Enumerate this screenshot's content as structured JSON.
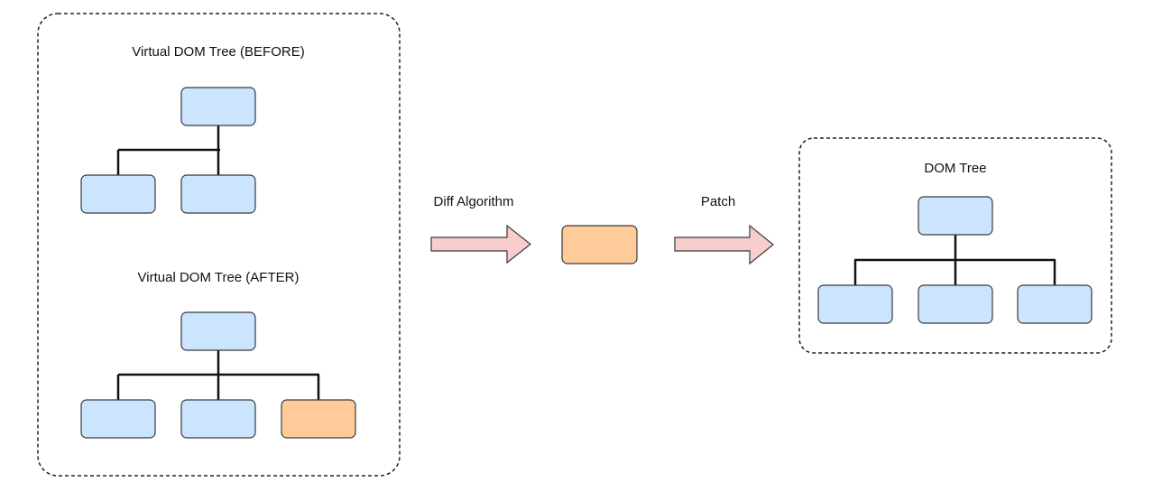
{
  "colors": {
    "node_blue": "#cce5ff",
    "node_orange": "#ffcc99",
    "node_stroke": "#36393d",
    "arrow_fill": "#f8cecc",
    "arrow_stroke": "#36393d",
    "connector": "#111111",
    "dashed_border": "#222222"
  },
  "virtual_dom_group": {
    "before": {
      "title": "Virtual DOM Tree (BEFORE)"
    },
    "after": {
      "title": "Virtual DOM Tree (AFTER)"
    }
  },
  "process": {
    "diff_label": "Diff Algorithm",
    "patch_label": "Patch"
  },
  "dom_group": {
    "title": "DOM Tree"
  }
}
